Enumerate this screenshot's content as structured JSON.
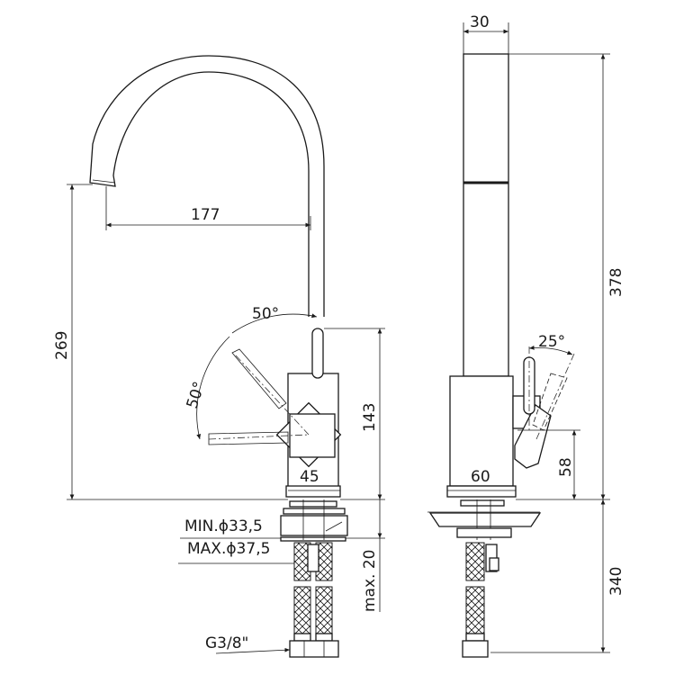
{
  "drawing": {
    "side_view": {
      "spout_reach": "177",
      "spout_height": "269",
      "lever_angle_top": "50°",
      "lever_angle_side": "50°",
      "body_width": "45",
      "body_height": "143",
      "hole_min": "MIN.ϕ33,5",
      "hole_max": "MAX.ϕ37,5",
      "max_thickness": "max. 20",
      "connection": "G3/8\""
    },
    "front_view": {
      "column_width": "30",
      "total_height": "378",
      "lever_angle": "25°",
      "body_width": "60",
      "lever_height": "58",
      "hose_length": "340"
    }
  }
}
